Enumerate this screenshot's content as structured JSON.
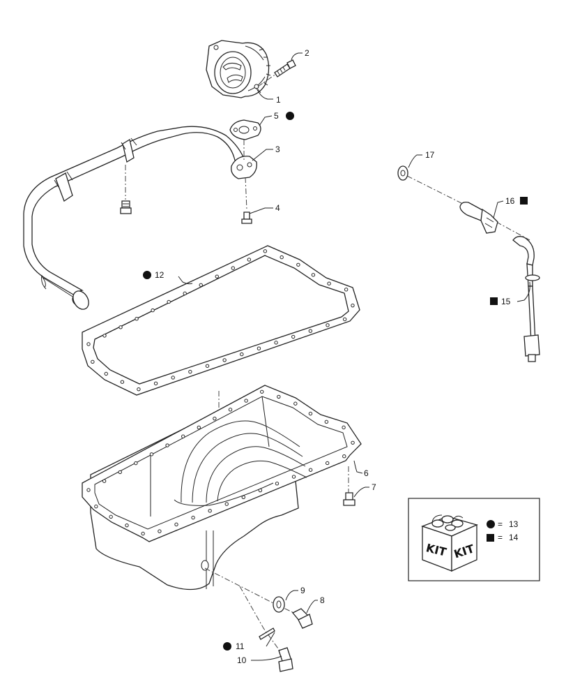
{
  "diagram": {
    "callouts": [
      {
        "id": "c1",
        "number": "1",
        "marker": ""
      },
      {
        "id": "c2",
        "number": "2",
        "marker": ""
      },
      {
        "id": "c3",
        "number": "3",
        "marker": ""
      },
      {
        "id": "c4",
        "number": "4",
        "marker": ""
      },
      {
        "id": "c5",
        "number": "5",
        "marker": "circle"
      },
      {
        "id": "c6",
        "number": "6",
        "marker": ""
      },
      {
        "id": "c7",
        "number": "7",
        "marker": ""
      },
      {
        "id": "c8",
        "number": "8",
        "marker": ""
      },
      {
        "id": "c9",
        "number": "9",
        "marker": ""
      },
      {
        "id": "c10",
        "number": "10",
        "marker": ""
      },
      {
        "id": "c11",
        "number": "11",
        "marker": "circle"
      },
      {
        "id": "c12",
        "number": "12",
        "marker": "circle"
      },
      {
        "id": "c15",
        "number": "15",
        "marker": "square"
      },
      {
        "id": "c16",
        "number": "16",
        "marker": "square"
      },
      {
        "id": "c17",
        "number": "17",
        "marker": ""
      }
    ],
    "kit_legend": {
      "box_text_1": "KIT",
      "box_text_2": "KIT",
      "entries": [
        {
          "marker": "circle",
          "equals": "=",
          "number": "13"
        },
        {
          "marker": "square",
          "equals": "=",
          "number": "14"
        }
      ]
    },
    "colors": {
      "line": "#222222",
      "background": "#ffffff",
      "marker": "#111111"
    }
  }
}
